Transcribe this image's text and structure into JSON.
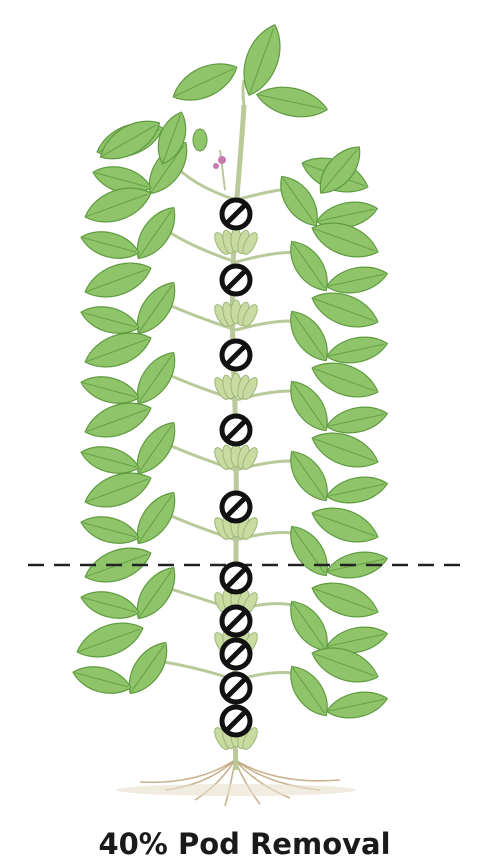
{
  "caption": "40% Pod Removal",
  "marker_icon": "prohibited-icon",
  "colors": {
    "leaf": "#8fc46a",
    "leaf_dark": "#5f9a3f",
    "stem": "#b9c99a",
    "pod": "#c9dba0",
    "marker": "#111111",
    "root": "#b79a6a",
    "flower": "#c87ab0"
  },
  "removal_markers": {
    "total": 10,
    "above_line": 5,
    "below_line": 5
  }
}
